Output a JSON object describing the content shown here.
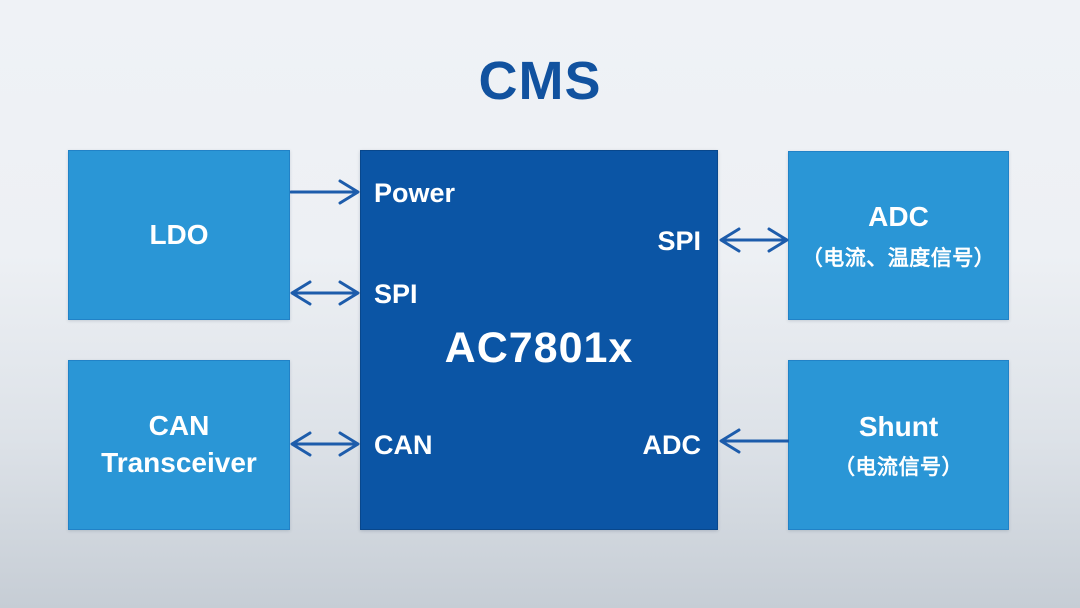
{
  "title": "CMS",
  "colors": {
    "title_text": "#11529f",
    "block_light": "#2a96d6",
    "block_dark": "#0b55a5",
    "arrow": "#1d5cab",
    "block_text": "#ffffff",
    "background_top": "#eff2f6",
    "background_bottom": "#c6cdd5"
  },
  "chip": {
    "name": "AC7801x",
    "ports": {
      "power": "Power",
      "spi_left": "SPI",
      "spi_right": "SPI",
      "can": "CAN",
      "adc": "ADC"
    }
  },
  "blocks": {
    "ldo": {
      "label": "LDO"
    },
    "can_transceiver": {
      "line1": "CAN",
      "line2": "Transceiver"
    },
    "adc": {
      "label": "ADC",
      "sublabel": "（电流、温度信号）"
    },
    "shunt": {
      "label": "Shunt",
      "sublabel": "（电流信号）"
    }
  },
  "connections": [
    {
      "from": "LDO",
      "to": "AC7801x.Power",
      "direction": "right"
    },
    {
      "from": "LDO",
      "to": "AC7801x.SPI",
      "direction": "both"
    },
    {
      "from": "AC7801x.SPI",
      "to": "ADC",
      "direction": "both"
    },
    {
      "from": "CAN Transceiver",
      "to": "AC7801x.CAN",
      "direction": "both"
    },
    {
      "from": "Shunt",
      "to": "AC7801x.ADC",
      "direction": "left"
    }
  ]
}
